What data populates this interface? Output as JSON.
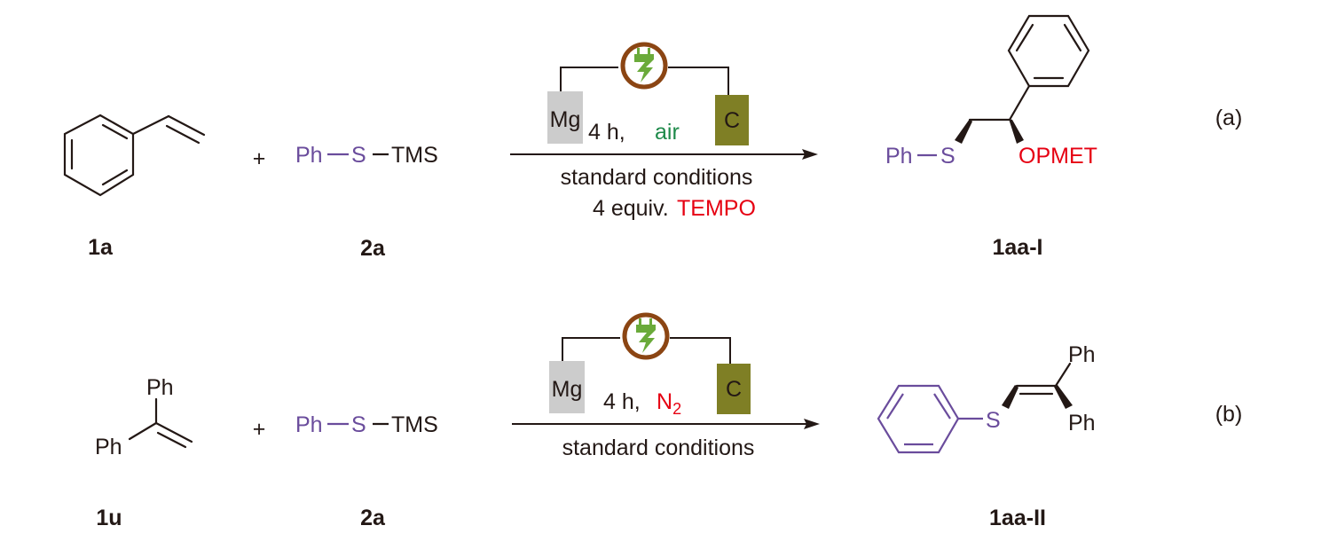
{
  "reactions": [
    {
      "id": "a",
      "tag": "(a)",
      "substrate": {
        "label": "1a",
        "name": "styrene"
      },
      "plus": "+",
      "reagent": {
        "label": "2a",
        "ph": "Ph",
        "s": "S",
        "tms": "TMS"
      },
      "cell": {
        "anode": "Mg",
        "cathode": "C",
        "power_icon": "plug-lightning-icon"
      },
      "above_arrow": {
        "time": "4 h,",
        "atmosphere": "air",
        "atmosphere_color": "#1e8a4a"
      },
      "below_arrow": [
        "standard conditions"
      ],
      "additive": {
        "amount": "4 equiv.",
        "name": "TEMPO",
        "color": "#e60012"
      },
      "product": {
        "label": "1aa-I",
        "ph": "Ph",
        "s": "S",
        "group": "OPMET"
      }
    },
    {
      "id": "b",
      "tag": "(b)",
      "substrate": {
        "label": "1u",
        "ph_top": "Ph",
        "ph_left": "Ph"
      },
      "plus": "+",
      "reagent": {
        "label": "2a",
        "ph": "Ph",
        "s": "S",
        "tms": "TMS"
      },
      "cell": {
        "anode": "Mg",
        "cathode": "C",
        "power_icon": "plug-lightning-icon"
      },
      "above_arrow": {
        "time": "4 h,",
        "atmosphere": "N",
        "atmosphere_sub": "2",
        "atmosphere_color": "#e60012"
      },
      "below_arrow": [
        "standard conditions"
      ],
      "product": {
        "label": "1aa-II",
        "s": "S",
        "ph_top": "Ph",
        "ph_bottom": "Ph"
      }
    }
  ],
  "colors": {
    "sulfur": "#6a4c9c",
    "highlight_red": "#e60012",
    "air_green": "#1e8a4a",
    "mg_electrode": "#cccccc",
    "c_electrode": "#7f7f25",
    "power_ring": "#8b4513",
    "plug": "#6aaa3a"
  }
}
